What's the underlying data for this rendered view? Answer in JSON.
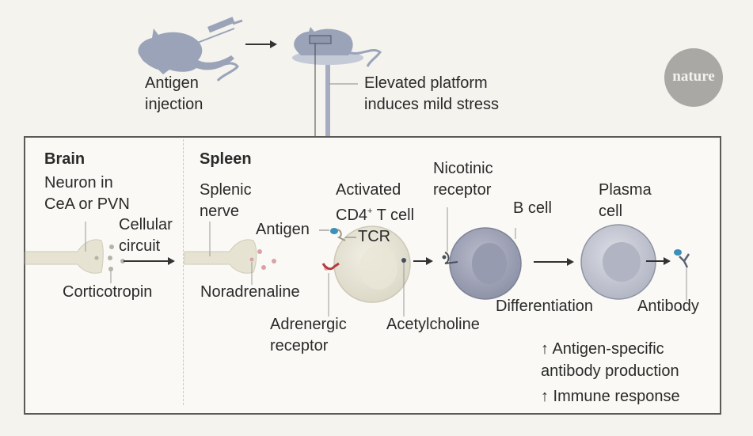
{
  "figure": {
    "publisher_logo": "nature",
    "top_section": {
      "step1_label": [
        "Antigen",
        "injection"
      ],
      "step2_label": [
        "Elevated platform",
        "induces mild stress"
      ],
      "icons": [
        "mouse-with-syringe-icon",
        "arrow-right-icon",
        "mouse-on-platform-icon"
      ]
    },
    "brain": {
      "heading": "Brain",
      "neuron_label": [
        "Neuron in",
        "CeA or PVN"
      ],
      "circuit_label": [
        "Cellular",
        "circuit"
      ],
      "signal_label": "Corticotropin"
    },
    "spleen": {
      "heading": "Spleen",
      "nerve_label": [
        "Splenic",
        "nerve"
      ],
      "neurotransmitter_label": "Noradrenaline",
      "antigen_label": "Antigen",
      "tcr_label": "TCR",
      "tcell_label": [
        "Activated",
        "CD4",
        "+",
        " T cell"
      ],
      "adrenergic_label": [
        "Adrenergic",
        "receptor"
      ],
      "acetylcholine_label": "Acetylcholine",
      "nicotinic_label": [
        "Nicotinic",
        "receptor"
      ],
      "bcell_label": "B cell",
      "differentiation_label": "Differentiation",
      "plasma_label": [
        "Plasma",
        "cell"
      ],
      "antibody_label": "Antibody",
      "outcomes": [
        "↑ Antigen-specific",
        "antibody production",
        "↑ Immune response"
      ]
    },
    "colors": {
      "mouse": "#9aa3b8",
      "nerve": "#e6e3d3",
      "tcell": "#e9e6d8",
      "bcell": "#a7abbd",
      "plasma": "#c6c9d4",
      "corticotropin": "#b5b3a6",
      "noradrenaline": "#d9a3a5",
      "adrenergic": "#b43a3e",
      "antigen": "#3d8fb8",
      "frame": "#5b5a57"
    }
  }
}
